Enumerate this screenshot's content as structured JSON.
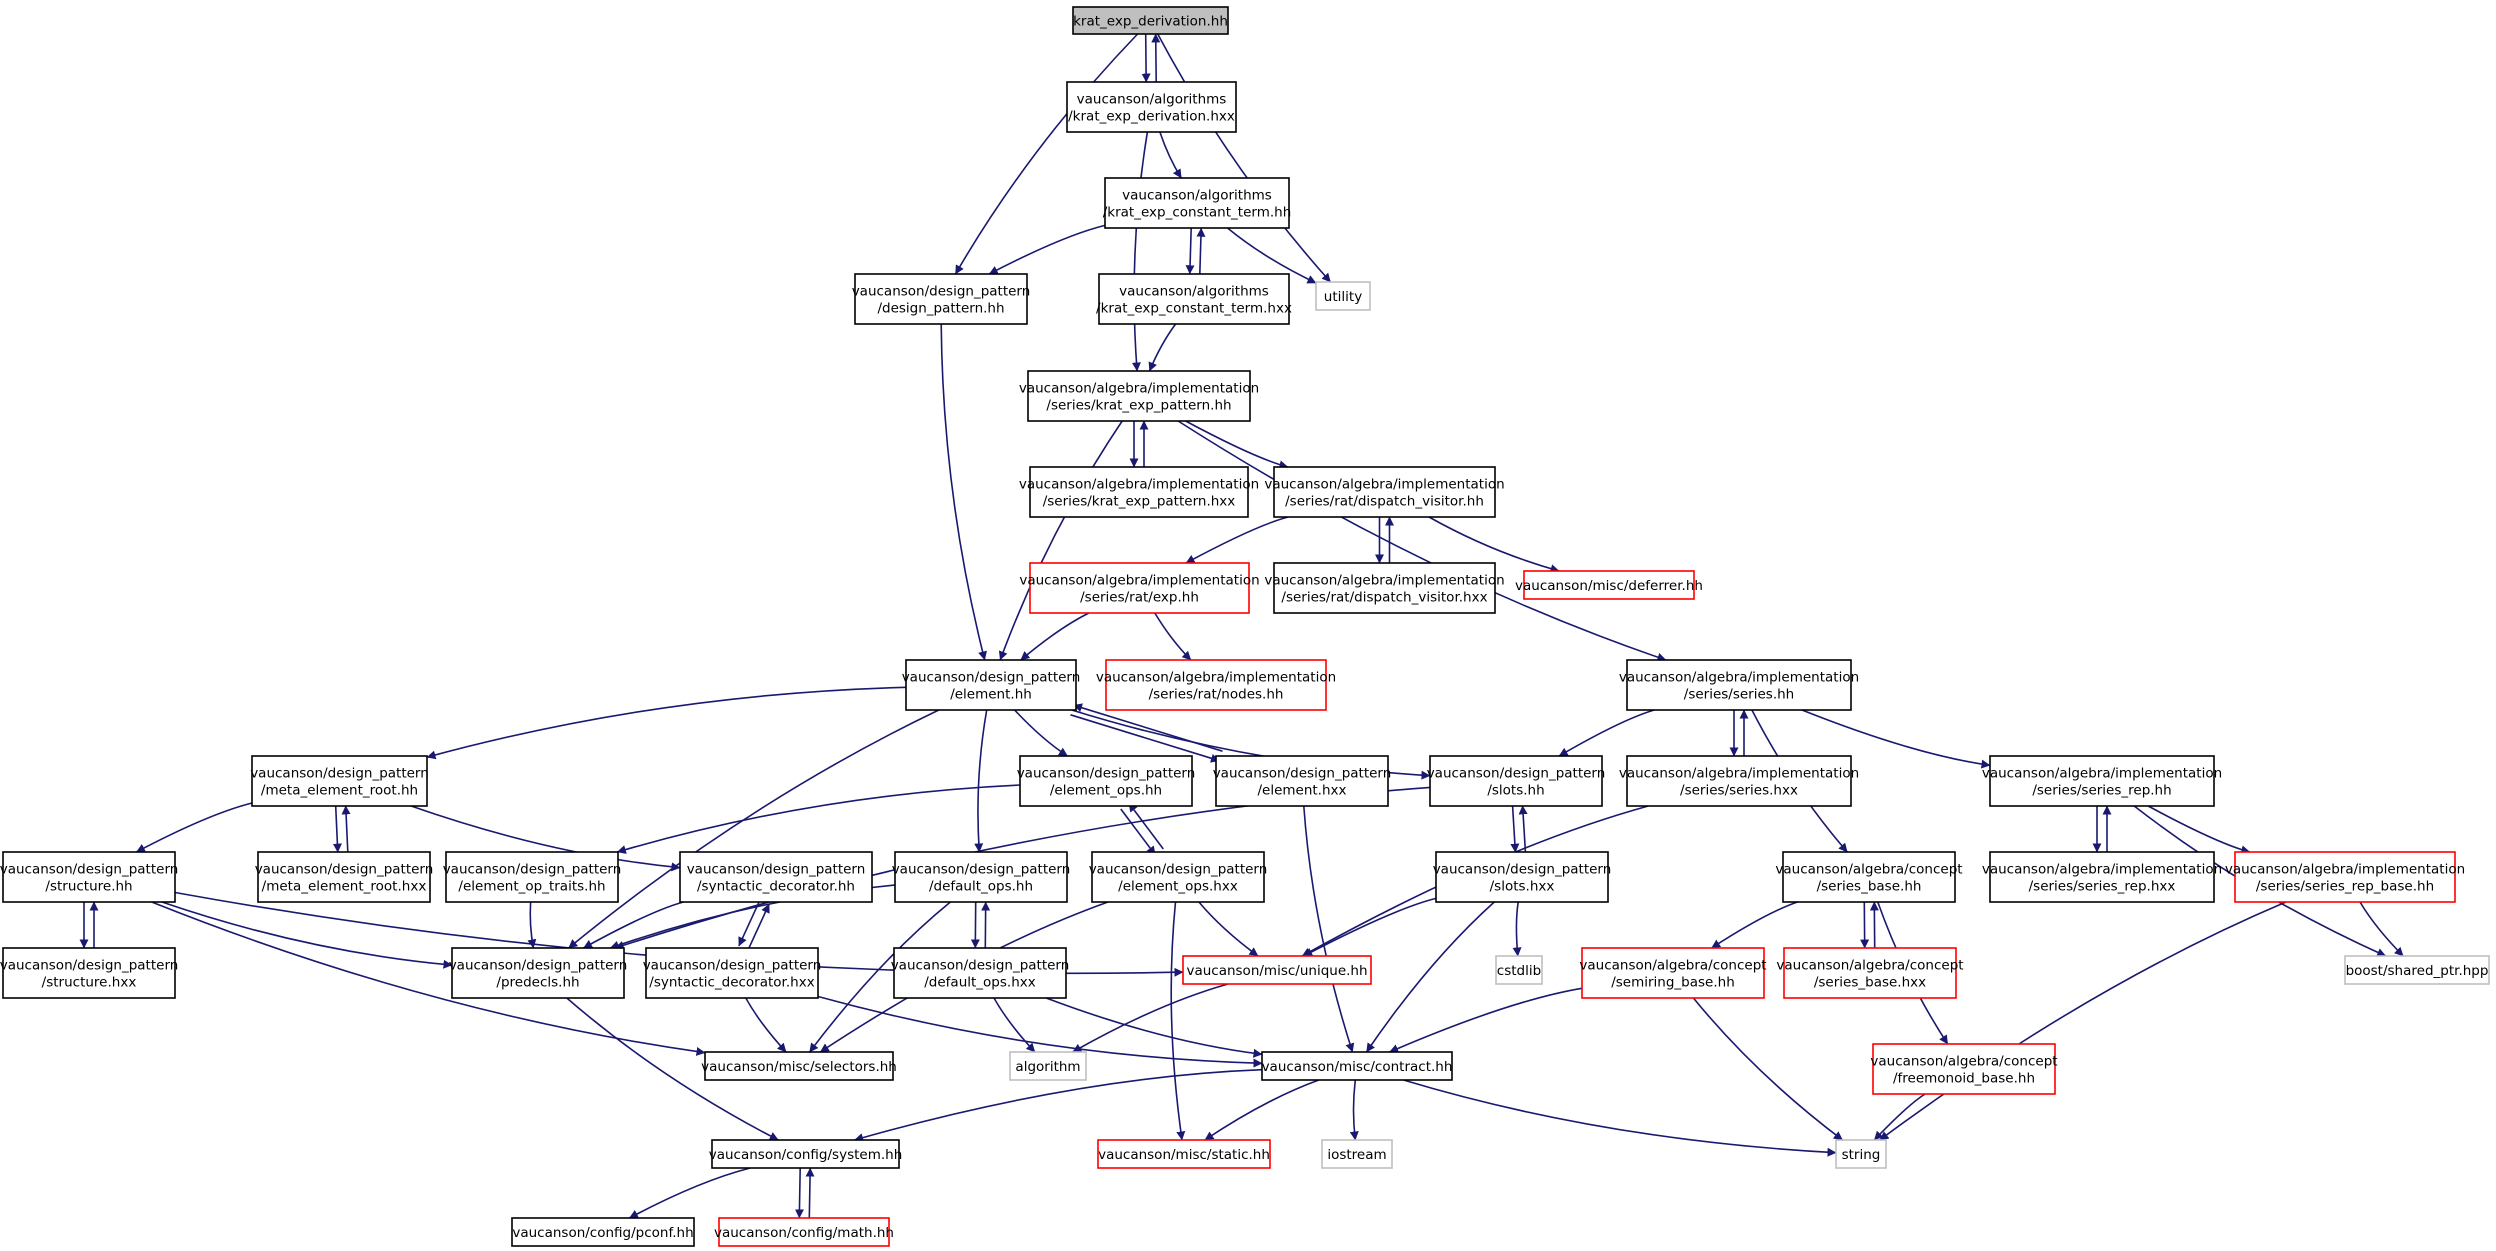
{
  "colors": {
    "edge": "#191970",
    "border_default": "#000000",
    "border_truncated": "#ff0000",
    "border_system": "#bfbfbf",
    "root_fill": "#bfbfbf",
    "fill": "#ffffff"
  },
  "nodes": [
    {
      "id": "root",
      "kind": "root",
      "lines": [
        "krat_exp_derivation.hh"
      ]
    },
    {
      "id": "der_hxx",
      "kind": "normal",
      "lines": [
        "vaucanson/algorithms",
        "/krat_exp_derivation.hxx"
      ]
    },
    {
      "id": "ct_hh",
      "kind": "normal",
      "lines": [
        "vaucanson/algorithms",
        "/krat_exp_constant_term.hh"
      ]
    },
    {
      "id": "ct_hxx",
      "kind": "normal",
      "lines": [
        "vaucanson/algorithms",
        "/krat_exp_constant_term.hxx"
      ]
    },
    {
      "id": "utility",
      "kind": "system",
      "lines": [
        "utility"
      ]
    },
    {
      "id": "dp_hh",
      "kind": "normal",
      "lines": [
        "vaucanson/design_pattern",
        "/design_pattern.hh"
      ]
    },
    {
      "id": "kep_hh",
      "kind": "normal",
      "lines": [
        "vaucanson/algebra/implementation",
        "/series/krat_exp_pattern.hh"
      ]
    },
    {
      "id": "kep_hxx",
      "kind": "normal",
      "lines": [
        "vaucanson/algebra/implementation",
        "/series/krat_exp_pattern.hxx"
      ]
    },
    {
      "id": "dv_hh",
      "kind": "normal",
      "lines": [
        "vaucanson/algebra/implementation",
        "/series/rat/dispatch_visitor.hh"
      ]
    },
    {
      "id": "dv_hxx",
      "kind": "normal",
      "lines": [
        "vaucanson/algebra/implementation",
        "/series/rat/dispatch_visitor.hxx"
      ]
    },
    {
      "id": "exp_hh",
      "kind": "truncated",
      "lines": [
        "vaucanson/algebra/implementation",
        "/series/rat/exp.hh"
      ]
    },
    {
      "id": "deferrer",
      "kind": "truncated",
      "lines": [
        "vaucanson/misc/deferrer.hh"
      ]
    },
    {
      "id": "nodes_hh",
      "kind": "truncated",
      "lines": [
        "vaucanson/algebra/implementation",
        "/series/rat/nodes.hh"
      ]
    },
    {
      "id": "el_hh",
      "kind": "normal",
      "lines": [
        "vaucanson/design_pattern",
        "/element.hh"
      ]
    },
    {
      "id": "series_hh",
      "kind": "normal",
      "lines": [
        "vaucanson/algebra/implementation",
        "/series/series.hh"
      ]
    },
    {
      "id": "mer_hh",
      "kind": "normal",
      "lines": [
        "vaucanson/design_pattern",
        "/meta_element_root.hh"
      ]
    },
    {
      "id": "elops_hh",
      "kind": "normal",
      "lines": [
        "vaucanson/design_pattern",
        "/element_ops.hh"
      ]
    },
    {
      "id": "el_hxx",
      "kind": "normal",
      "lines": [
        "vaucanson/design_pattern",
        "/element.hxx"
      ]
    },
    {
      "id": "slots_hh",
      "kind": "normal",
      "lines": [
        "vaucanson/design_pattern",
        "/slots.hh"
      ]
    },
    {
      "id": "series_hxx",
      "kind": "normal",
      "lines": [
        "vaucanson/algebra/implementation",
        "/series/series.hxx"
      ]
    },
    {
      "id": "srep_hh",
      "kind": "normal",
      "lines": [
        "vaucanson/algebra/implementation",
        "/series/series_rep.hh"
      ]
    },
    {
      "id": "struct_hh",
      "kind": "normal",
      "lines": [
        "vaucanson/design_pattern",
        "/structure.hh"
      ]
    },
    {
      "id": "mer_hxx",
      "kind": "normal",
      "lines": [
        "vaucanson/design_pattern",
        "/meta_element_root.hxx"
      ]
    },
    {
      "id": "eot_hh",
      "kind": "normal",
      "lines": [
        "vaucanson/design_pattern",
        "/element_op_traits.hh"
      ]
    },
    {
      "id": "sd_hh",
      "kind": "normal",
      "lines": [
        "vaucanson/design_pattern",
        "/syntactic_decorator.hh"
      ]
    },
    {
      "id": "dops_hh",
      "kind": "normal",
      "lines": [
        "vaucanson/design_pattern",
        "/default_ops.hh"
      ]
    },
    {
      "id": "elops_hxx",
      "kind": "normal",
      "lines": [
        "vaucanson/design_pattern",
        "/element_ops.hxx"
      ]
    },
    {
      "id": "slots_hxx",
      "kind": "normal",
      "lines": [
        "vaucanson/design_pattern",
        "/slots.hxx"
      ]
    },
    {
      "id": "sbase_hh",
      "kind": "normal",
      "lines": [
        "vaucanson/algebra/concept",
        "/series_base.hh"
      ]
    },
    {
      "id": "srep_hxx",
      "kind": "normal",
      "lines": [
        "vaucanson/algebra/implementation",
        "/series/series_rep.hxx"
      ]
    },
    {
      "id": "srb_hh",
      "kind": "truncated",
      "lines": [
        "vaucanson/algebra/implementation",
        "/series/series_rep_base.hh"
      ]
    },
    {
      "id": "struct_hxx",
      "kind": "normal",
      "lines": [
        "vaucanson/design_pattern",
        "/structure.hxx"
      ]
    },
    {
      "id": "predecls",
      "kind": "normal",
      "lines": [
        "vaucanson/design_pattern",
        "/predecls.hh"
      ]
    },
    {
      "id": "sd_hxx",
      "kind": "normal",
      "lines": [
        "vaucanson/design_pattern",
        "/syntactic_decorator.hxx"
      ]
    },
    {
      "id": "dops_hxx",
      "kind": "normal",
      "lines": [
        "vaucanson/design_pattern",
        "/default_ops.hxx"
      ]
    },
    {
      "id": "unique",
      "kind": "truncated",
      "lines": [
        "vaucanson/misc/unique.hh"
      ]
    },
    {
      "id": "cstdlib",
      "kind": "system",
      "lines": [
        "cstdlib"
      ]
    },
    {
      "id": "semi_hh",
      "kind": "truncated",
      "lines": [
        "vaucanson/algebra/concept",
        "/semiring_base.hh"
      ]
    },
    {
      "id": "sbase_hxx",
      "kind": "truncated",
      "lines": [
        "vaucanson/algebra/concept",
        "/series_base.hxx"
      ]
    },
    {
      "id": "boost",
      "kind": "system",
      "lines": [
        "boost/shared_ptr.hpp"
      ]
    },
    {
      "id": "selectors",
      "kind": "normal",
      "lines": [
        "vaucanson/misc/selectors.hh"
      ]
    },
    {
      "id": "algorithm",
      "kind": "system",
      "lines": [
        "algorithm"
      ]
    },
    {
      "id": "contract",
      "kind": "normal",
      "lines": [
        "vaucanson/misc/contract.hh"
      ]
    },
    {
      "id": "fbase_hh",
      "kind": "truncated",
      "lines": [
        "vaucanson/algebra/concept",
        "/freemonoid_base.hh"
      ]
    },
    {
      "id": "system",
      "kind": "normal",
      "lines": [
        "vaucanson/config/system.hh"
      ]
    },
    {
      "id": "static",
      "kind": "truncated",
      "lines": [
        "vaucanson/misc/static.hh"
      ]
    },
    {
      "id": "iostream",
      "kind": "system",
      "lines": [
        "iostream"
      ]
    },
    {
      "id": "string",
      "kind": "system",
      "lines": [
        "string"
      ]
    },
    {
      "id": "pconf",
      "kind": "normal",
      "lines": [
        "vaucanson/config/pconf.hh"
      ]
    },
    {
      "id": "math",
      "kind": "truncated",
      "lines": [
        "vaucanson/config/math.hh"
      ]
    }
  ],
  "edges": [
    [
      "root",
      "der_hxx"
    ],
    [
      "der_hxx",
      "root"
    ],
    [
      "root",
      "dp_hh"
    ],
    [
      "root",
      "utility"
    ],
    [
      "der_hxx",
      "ct_hh"
    ],
    [
      "der_hxx",
      "kep_hh"
    ],
    [
      "ct_hh",
      "ct_hxx"
    ],
    [
      "ct_hxx",
      "ct_hh"
    ],
    [
      "ct_hh",
      "dp_hh"
    ],
    [
      "ct_hh",
      "utility"
    ],
    [
      "ct_hxx",
      "kep_hh"
    ],
    [
      "dp_hh",
      "el_hh"
    ],
    [
      "kep_hh",
      "kep_hxx"
    ],
    [
      "kep_hxx",
      "kep_hh"
    ],
    [
      "kep_hh",
      "dv_hh"
    ],
    [
      "kep_hh",
      "el_hh"
    ],
    [
      "kep_hh",
      "series_hh"
    ],
    [
      "dv_hh",
      "dv_hxx"
    ],
    [
      "dv_hxx",
      "dv_hh"
    ],
    [
      "dv_hh",
      "exp_hh"
    ],
    [
      "dv_hh",
      "deferrer"
    ],
    [
      "exp_hh",
      "el_hh"
    ],
    [
      "exp_hh",
      "nodes_hh"
    ],
    [
      "el_hh",
      "mer_hh"
    ],
    [
      "el_hh",
      "elops_hh"
    ],
    [
      "el_hh",
      "el_hxx"
    ],
    [
      "el_hxx",
      "el_hh"
    ],
    [
      "el_hh",
      "slots_hh"
    ],
    [
      "el_hh",
      "dops_hh"
    ],
    [
      "el_hh",
      "predecls"
    ],
    [
      "series_hh",
      "slots_hh"
    ],
    [
      "series_hh",
      "series_hxx"
    ],
    [
      "series_hxx",
      "series_hh"
    ],
    [
      "series_hh",
      "srep_hh"
    ],
    [
      "series_hh",
      "sbase_hh"
    ],
    [
      "mer_hh",
      "struct_hh"
    ],
    [
      "mer_hh",
      "mer_hxx"
    ],
    [
      "mer_hxx",
      "mer_hh"
    ],
    [
      "mer_hh",
      "sd_hh"
    ],
    [
      "elops_hh",
      "eot_hh"
    ],
    [
      "elops_hh",
      "elops_hxx"
    ],
    [
      "elops_hxx",
      "elops_hh"
    ],
    [
      "el_hxx",
      "contract"
    ],
    [
      "slots_hh",
      "slots_hxx"
    ],
    [
      "slots_hxx",
      "slots_hh"
    ],
    [
      "slots_hh",
      "predecls"
    ],
    [
      "series_hxx",
      "unique"
    ],
    [
      "srep_hh",
      "srep_hxx"
    ],
    [
      "srep_hxx",
      "srep_hh"
    ],
    [
      "srep_hh",
      "srb_hh"
    ],
    [
      "srep_hh",
      "boost"
    ],
    [
      "struct_hh",
      "struct_hxx"
    ],
    [
      "struct_hxx",
      "struct_hh"
    ],
    [
      "struct_hh",
      "predecls"
    ],
    [
      "struct_hh",
      "selectors"
    ],
    [
      "struct_hh",
      "unique"
    ],
    [
      "eot_hh",
      "predecls"
    ],
    [
      "sd_hh",
      "sd_hxx"
    ],
    [
      "sd_hxx",
      "sd_hh"
    ],
    [
      "sd_hh",
      "predecls"
    ],
    [
      "dops_hh",
      "dops_hxx"
    ],
    [
      "dops_hxx",
      "dops_hh"
    ],
    [
      "dops_hh",
      "predecls"
    ],
    [
      "dops_hh",
      "selectors"
    ],
    [
      "elops_hxx",
      "unique"
    ],
    [
      "elops_hxx",
      "selectors"
    ],
    [
      "elops_hxx",
      "static"
    ],
    [
      "slots_hxx",
      "unique"
    ],
    [
      "slots_hxx",
      "cstdlib"
    ],
    [
      "slots_hxx",
      "contract"
    ],
    [
      "sbase_hh",
      "sbase_hxx"
    ],
    [
      "sbase_hxx",
      "sbase_hh"
    ],
    [
      "sbase_hh",
      "semi_hh"
    ],
    [
      "sbase_hh",
      "fbase_hh"
    ],
    [
      "srb_hh",
      "boost"
    ],
    [
      "srb_hh",
      "string"
    ],
    [
      "predecls",
      "system"
    ],
    [
      "sd_hxx",
      "selectors"
    ],
    [
      "sd_hxx",
      "contract"
    ],
    [
      "dops_hxx",
      "algorithm"
    ],
    [
      "dops_hxx",
      "contract"
    ],
    [
      "unique",
      "algorithm"
    ],
    [
      "semi_hh",
      "contract"
    ],
    [
      "semi_hh",
      "string"
    ],
    [
      "contract",
      "system"
    ],
    [
      "contract",
      "static"
    ],
    [
      "contract",
      "iostream"
    ],
    [
      "contract",
      "string"
    ],
    [
      "fbase_hh",
      "string"
    ],
    [
      "system",
      "pconf"
    ],
    [
      "system",
      "math"
    ],
    [
      "math",
      "system"
    ]
  ]
}
